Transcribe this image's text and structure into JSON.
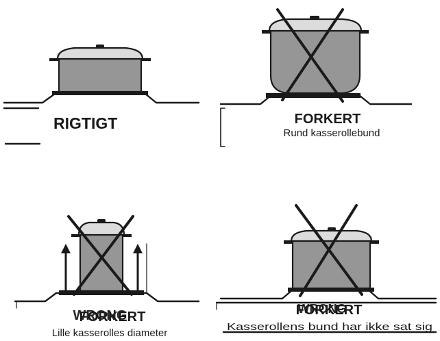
{
  "panels": [
    {
      "verdict": "RIGTIGT",
      "caption": ""
    },
    {
      "verdict": "FORKERT",
      "caption": "Rund kasserollebund"
    },
    {
      "verdict": "FORKERT",
      "caption": "Lille kasserolles diameter",
      "overlapping_label": "WRONG"
    },
    {
      "verdict": "FORKERT",
      "caption": "Kasserollens bund har ikke sat sig",
      "overlapping_label": "WRONG"
    }
  ]
}
